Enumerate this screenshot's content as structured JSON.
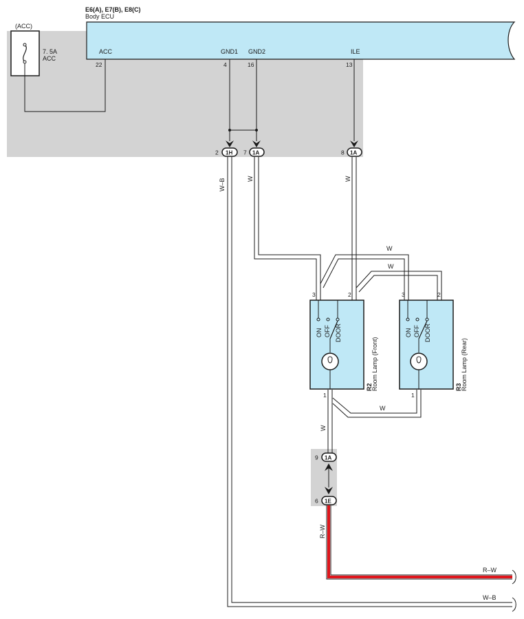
{
  "ecu": {
    "connectors": "E6(A), E7(B), E8(C)",
    "name": "Body ECU",
    "terminals": [
      {
        "name": "ACC",
        "pin": "22"
      },
      {
        "name": "GND1",
        "pin": "4"
      },
      {
        "name": "GND2",
        "pin": "16"
      },
      {
        "name": "ILE",
        "pin": "13"
      }
    ]
  },
  "fuse": {
    "circuit": "(ACC)",
    "rating": "7. 5A",
    "name": "ACC"
  },
  "junctions": {
    "j1h": {
      "pin": "2",
      "id": "1H"
    },
    "j1a_gnd": {
      "pin": "7",
      "id": "1A"
    },
    "j1a_ile": {
      "pin": "8",
      "id": "1A"
    },
    "j1a_lower": {
      "pin": "9",
      "id": "1A"
    },
    "j1e": {
      "pin": "6",
      "id": "1E"
    }
  },
  "lamps": [
    {
      "code": "R2",
      "name": "Room Lamp (Front)",
      "pins": {
        "left": "3",
        "right": "2",
        "bottom": "1"
      },
      "positions": [
        "ON",
        "OFF",
        "DOOR"
      ]
    },
    {
      "code": "R3",
      "name": "Room Lamp (Rear)",
      "pins": {
        "left": "3",
        "right": "2",
        "bottom": "1"
      },
      "positions": [
        "ON",
        "OFF",
        "DOOR"
      ]
    }
  ],
  "wires": {
    "wb": "W–B",
    "w": "W",
    "rw": "R–W"
  },
  "colors": {
    "ecu_fill": "#bfe8f6",
    "ground_area": "#d3d3d3",
    "wire_red": "#e0161c",
    "line": "#1a1a1a"
  }
}
